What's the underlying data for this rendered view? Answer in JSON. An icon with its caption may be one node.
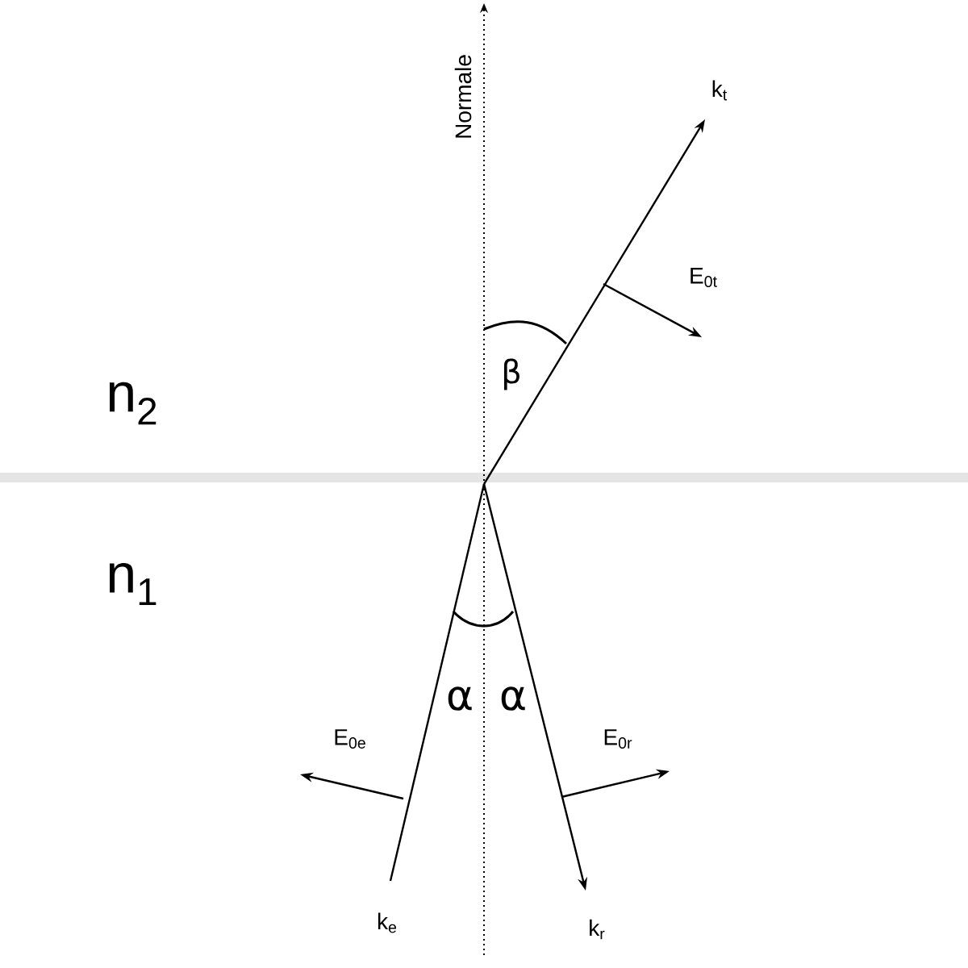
{
  "diagram": {
    "labels": [
      "Normale",
      "k$_{t}$",
      "E$_{0t}$",
      "β",
      "n$_{2}$",
      "n$_{1}$",
      "α",
      "α",
      "E$_{0e}$",
      "E$_{0r}$",
      "k$_{e}$",
      "k$_{r}$"
    ]
  }
}
